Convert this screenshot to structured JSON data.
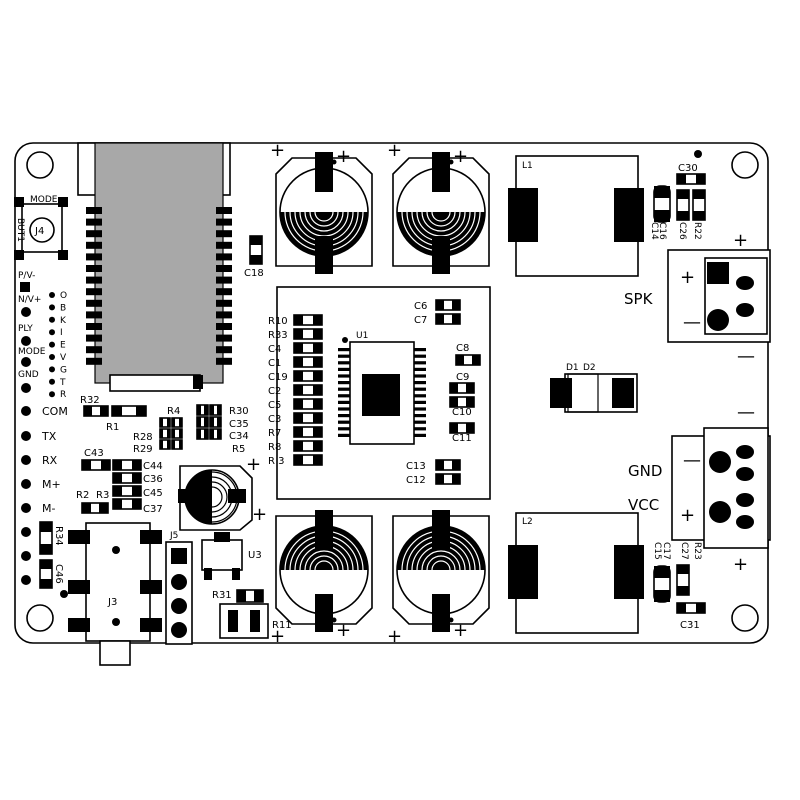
{
  "board": {
    "button": {
      "top": "MODE",
      "side": "BUT1",
      "id": "J4"
    },
    "left_pins": [
      "P/V-",
      "N/V+",
      "PLY",
      "MODE",
      "GND"
    ],
    "vertical_text": "OBKIEVGTR",
    "pin_labels": [
      "COM",
      "TX",
      "RX",
      "M+",
      "M-"
    ],
    "resistors": [
      "R32",
      "R1",
      "R4",
      "R30",
      "C35",
      "C34",
      "R28",
      "R29",
      "R5",
      "R2",
      "R3",
      "R34",
      "C46",
      "R31",
      "R11",
      "R10",
      "R33",
      "C4",
      "C1",
      "C19",
      "C2",
      "C5",
      "C3",
      "R7",
      "R8",
      "R 3"
    ],
    "caps": [
      "C43",
      "C44",
      "C36",
      "C45",
      "C37",
      "C18",
      "C6",
      "C7",
      "C8",
      "C9",
      "C10",
      "C11",
      "C13",
      "C12"
    ],
    "parts": {
      "u1": "U1",
      "u3": "U3",
      "j3": "J3",
      "j5": "J5",
      "l1": "L1",
      "l2": "L2",
      "d1": "D1",
      "d2": "D2"
    },
    "top_right_caps": [
      "C30",
      "C16",
      "C14",
      "C26",
      "R22"
    ],
    "bottom_right_caps": [
      "C15",
      "C17",
      "C27",
      "R23",
      "C31"
    ],
    "terminal_labels": {
      "spk": "SPK",
      "gnd": "GND",
      "vcc": "VCC"
    },
    "symbols": {
      "plus": "+",
      "minus": "−",
      "dash": "—"
    }
  }
}
